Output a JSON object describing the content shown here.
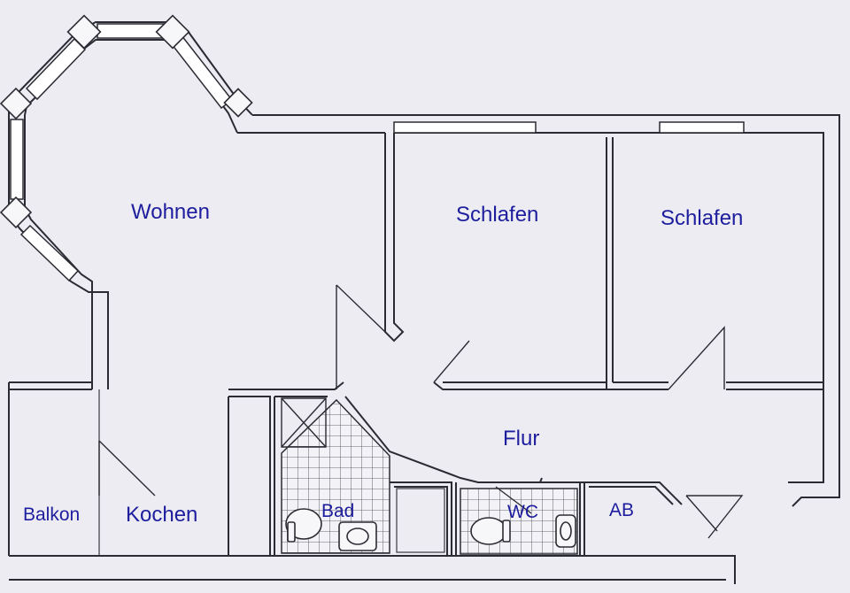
{
  "rooms": {
    "wohnen": "Wohnen",
    "schlafen_1": "Schlafen",
    "schlafen_2": "Schlafen",
    "flur": "Flur",
    "balkon": "Balkon",
    "kochen": "Kochen",
    "bad": "Bad",
    "wc": "WC",
    "ab": "AB"
  },
  "colors": {
    "label": "#1d1d9e",
    "wall": "#2b2b33",
    "paper": "#ececf2"
  }
}
